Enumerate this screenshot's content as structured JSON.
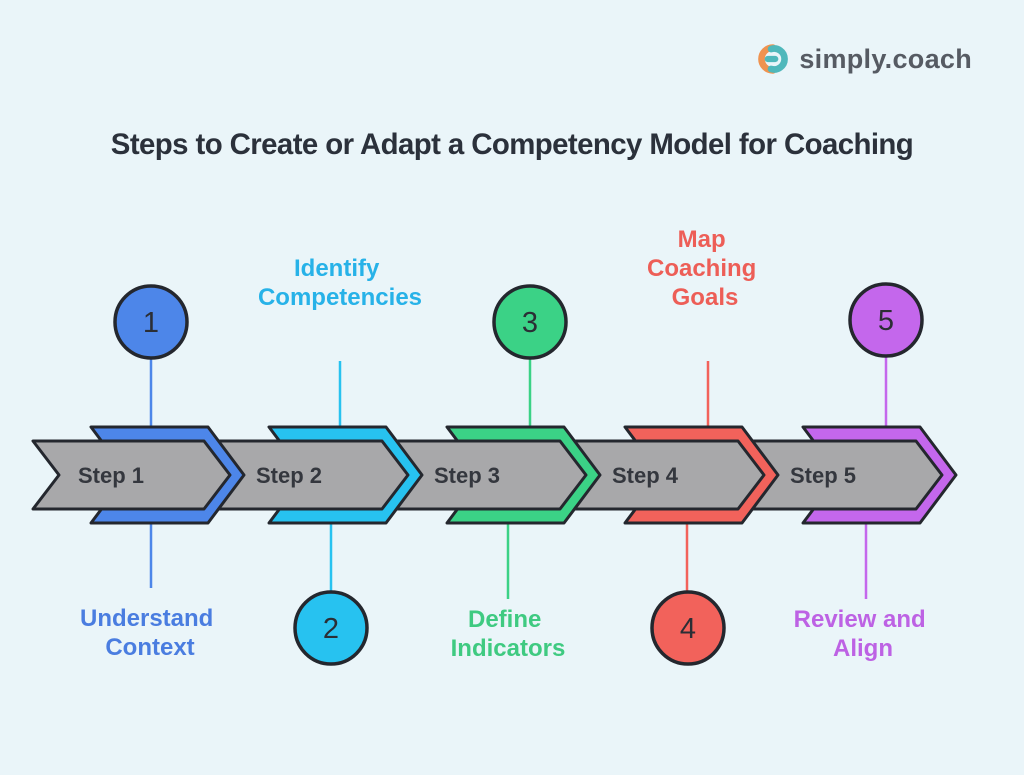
{
  "page": {
    "background": "#eaf5f9"
  },
  "logo": {
    "text": "simply.coach",
    "text_color": "#565b63",
    "orange": "#ef9350",
    "teal": "#4fb8bb"
  },
  "title": {
    "text": "Steps to Create or Adapt a Competency Model for Coaching",
    "color": "#2b313b"
  },
  "band": {
    "fill": "#a8a8aa",
    "outline": "#24272e",
    "step_label_color": "#34373e",
    "number_color": "#2b2e35"
  },
  "steps": [
    {
      "number": "1",
      "band_label": "Step 1",
      "color": "#4d86e9",
      "label_color": "#4a7de0",
      "caption_lines": [
        "Understand",
        "Context"
      ],
      "caption_position": "below",
      "circle_position": "above"
    },
    {
      "number": "2",
      "band_label": "Step 2",
      "color": "#27c2f0",
      "label_color": "#27b2e8",
      "caption_lines": [
        "Identify",
        "Competencies"
      ],
      "caption_position": "above",
      "circle_position": "below"
    },
    {
      "number": "3",
      "band_label": "Step 3",
      "color": "#3bd286",
      "label_color": "#3fca81",
      "caption_lines": [
        "Define",
        "Indicators"
      ],
      "caption_position": "below",
      "circle_position": "above"
    },
    {
      "number": "4",
      "band_label": "Step 4",
      "color": "#f2625b",
      "label_color": "#ed5e57",
      "caption_lines": [
        "Map",
        "Coaching",
        "Goals"
      ],
      "caption_position": "above",
      "circle_position": "below"
    },
    {
      "number": "5",
      "band_label": "Step 5",
      "color": "#c467ec",
      "label_color": "#bd62e4",
      "caption_lines": [
        "Review and",
        "Align"
      ],
      "caption_position": "below",
      "circle_position": "above"
    }
  ]
}
